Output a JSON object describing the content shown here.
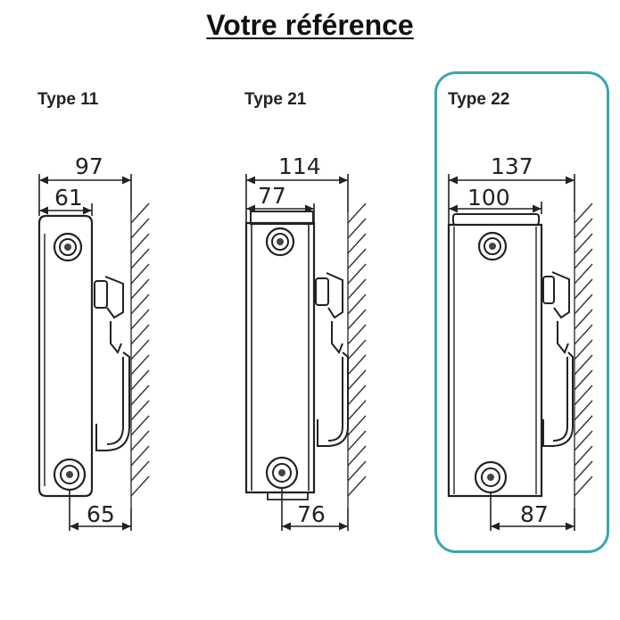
{
  "title": "Votre référence",
  "accent_color": "#3aa6b0",
  "radiators": [
    {
      "type": "Type 11",
      "total_depth": "97",
      "body_depth": "61",
      "wall_distance": "65",
      "selected": false
    },
    {
      "type": "Type 21",
      "total_depth": "114",
      "body_depth": "77",
      "wall_distance": "76",
      "selected": false
    },
    {
      "type": "Type 22",
      "total_depth": "137",
      "body_depth": "100",
      "wall_distance": "87",
      "selected": true
    }
  ]
}
